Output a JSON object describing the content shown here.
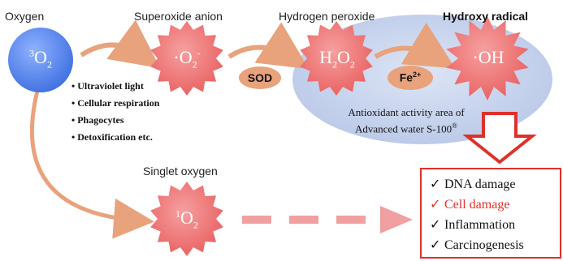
{
  "labels": {
    "oxygen": "Oxygen",
    "superoxide": "Superoxide anion",
    "hydrogen_peroxide": "Hydrogen peroxide",
    "hydroxy_radical": "Hydroxy radical",
    "singlet_oxygen": "Singlet oxygen"
  },
  "molecules": {
    "oxygen": {
      "pre": "3",
      "main": "O",
      "sub": "2"
    },
    "superoxide": {
      "main": "·O",
      "sub": "2",
      "sup": "-"
    },
    "hydrogen_peroxide": {
      "main1": "H",
      "sub1": "2",
      "main2": "O",
      "sub2": "2"
    },
    "hydroxy": {
      "main": "·OH"
    },
    "singlet": {
      "pre": "1",
      "main": "O",
      "sub": "2"
    }
  },
  "sources": [
    "Ultraviolet light",
    "Cellular respiration",
    "Phagocytes",
    "Detoxification etc."
  ],
  "catalysts": {
    "sod": "SOD",
    "fe_main": "Fe",
    "fe_sup": "2+"
  },
  "antioxidant_area": {
    "line1": "Antioxidant activity area of",
    "line2": "Advanced water S-100",
    "reg": "®"
  },
  "effects": [
    {
      "check": "✓",
      "text": "DNA damage",
      "highlight": false
    },
    {
      "check": "✓",
      "text": "Cell damage",
      "highlight": true
    },
    {
      "check": "✓",
      "text": "Inflammation",
      "highlight": false
    },
    {
      "check": "✓",
      "text": "Carcinogenesis",
      "highlight": false
    }
  ],
  "colors": {
    "oxygen_blue": "#5a8cf0",
    "radical_red": "#ee6b6b",
    "arrow_tan": "#e8a27c",
    "ellipse_blue": "#c7d3ec",
    "alert_red": "#e0302a"
  }
}
